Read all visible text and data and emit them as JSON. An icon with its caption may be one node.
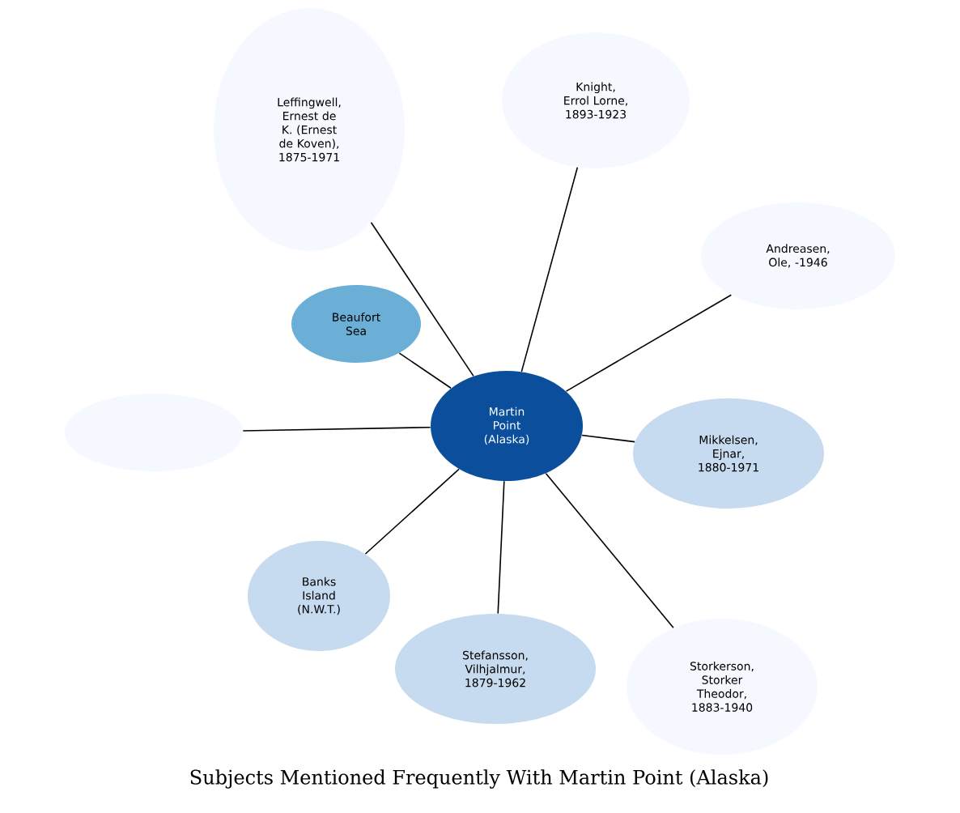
{
  "diagram": {
    "title": "Subjects Mentioned Frequently With Martin Point (Alaska)",
    "nodes": [
      {
        "text": [
          "Martin Point (Alaska)"
        ]
      },
      {
        "text": [
          "Leffingwell, Ernest de K. (Ernest de Koven), 1875-1971"
        ]
      },
      {
        "text": [
          "Knight, Errol Lorne, 1893-1923"
        ]
      },
      {
        "text": [
          "Beaufort Sea"
        ]
      },
      {
        "text": [
          "Andreasen, Ole, -1946"
        ]
      },
      {
        "text": [],
        "shape": "ellipse"
      },
      {
        "text": [
          "Mikkelsen, Ejnar, 1880-1971"
        ]
      },
      {
        "text": [
          "Banks Island (N.W.T.)"
        ]
      },
      {
        "text": [
          "Stefansson, Vilhjalmur, 1879-1962"
        ]
      },
      {
        "text": [
          "Storkerson, Storker Theodor, 1883-1940"
        ]
      }
    ],
    "edges": [
      {
        "from": 0,
        "to": 1,
        "arrow": "none"
      },
      {
        "from": 0,
        "to": 2,
        "arrow": "none"
      },
      {
        "from": 0,
        "to": 3,
        "arrow": "none"
      },
      {
        "from": 0,
        "to": 4,
        "arrow": "none"
      },
      {
        "from": 0,
        "to": 5,
        "arrow": "none"
      },
      {
        "from": 0,
        "to": 6,
        "arrow": "none"
      },
      {
        "from": 0,
        "to": 7,
        "arrow": "none"
      },
      {
        "from": 0,
        "to": 8,
        "arrow": "none"
      },
      {
        "from": 0,
        "to": 9,
        "arrow": "none"
      }
    ]
  }
}
